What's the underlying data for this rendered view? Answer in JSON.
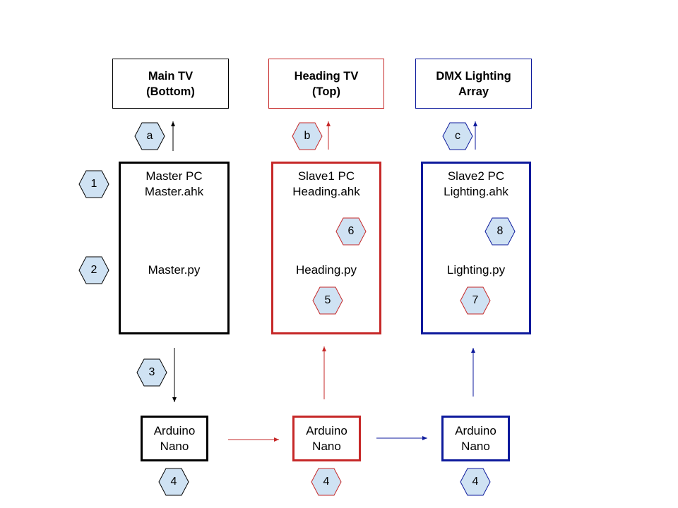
{
  "colors": {
    "black": "#000000",
    "red": "#c62828",
    "blue": "#0d1a9c",
    "badge_fill": "#cfe2f3",
    "badge_stroke_black": "#000000",
    "badge_stroke_red": "#c62828",
    "badge_stroke_blue": "#0d1a9c"
  },
  "outputs": {
    "main_tv": "Main TV\n(Bottom)",
    "heading_tv": "Heading TV\n(Top)",
    "dmx": "DMX Lighting\nArray"
  },
  "master": {
    "pc": "Master PC\nMaster.ahk",
    "py": "Master.py"
  },
  "slave1": {
    "pc": "Slave1 PC\nHeading.ahk",
    "py": "Heading.py"
  },
  "slave2": {
    "pc": "Slave2 PC\nLighting.ahk",
    "py": "Lighting.py"
  },
  "arduinos": {
    "left": "Arduino\nNano",
    "middle": "Arduino\nNano",
    "right": "Arduino\nNano"
  },
  "badges": {
    "a": "a",
    "b": "b",
    "c": "c",
    "n1": "1",
    "n2": "2",
    "n3": "3",
    "n4_left": "4",
    "n4_mid": "4",
    "n4_right": "4",
    "n5": "5",
    "n6": "6",
    "n7": "7",
    "n8": "8"
  }
}
